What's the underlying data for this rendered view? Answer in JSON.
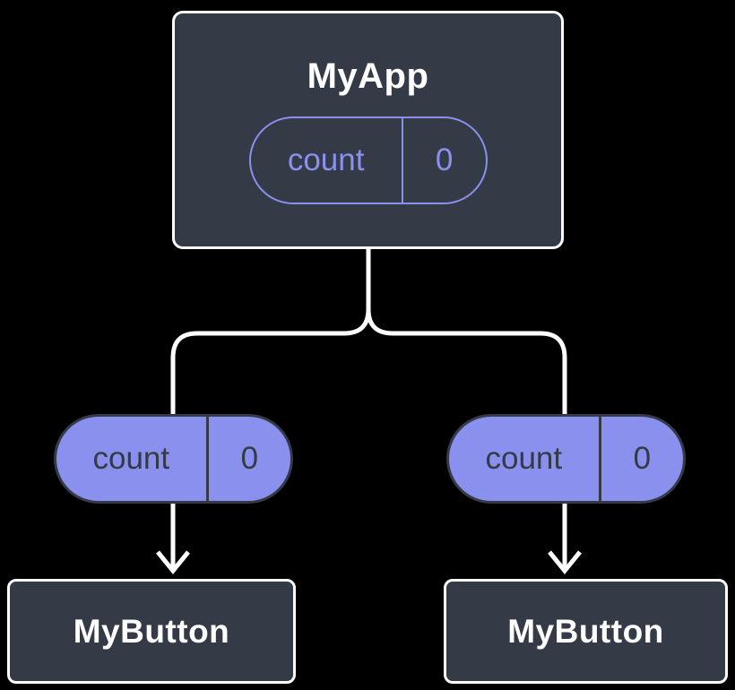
{
  "diagram": {
    "description": "React component tree: parent state passed as props to children",
    "root": {
      "title": "MyApp",
      "state": {
        "name": "count",
        "value": "0"
      }
    },
    "children": [
      {
        "title": "MyButton",
        "prop": {
          "name": "count",
          "value": "0"
        }
      },
      {
        "title": "MyButton",
        "prop": {
          "name": "count",
          "value": "0"
        }
      }
    ]
  },
  "colors": {
    "background": "#000000",
    "node-bg": "#343A46",
    "node-border": "#FFFFFF",
    "accent-purple": "#8A90EE",
    "pill-dark-text": "#343A46",
    "text-light": "#FFFFFF",
    "connector": "#FFFFFF"
  }
}
